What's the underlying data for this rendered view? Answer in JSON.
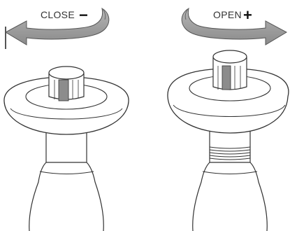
{
  "close_panel": {
    "label": "CLOSE",
    "sign": "−",
    "direction": "counter-clockwise"
  },
  "open_panel": {
    "label": "OPEN",
    "sign": "+",
    "direction": "clockwise"
  },
  "colors": {
    "arrow_fill": "#9a9a9a",
    "arrow_shadow": "#7a7a7a",
    "outline": "#333333",
    "knob_fill": "#ffffff",
    "knob_window": "#8c8c8c"
  }
}
